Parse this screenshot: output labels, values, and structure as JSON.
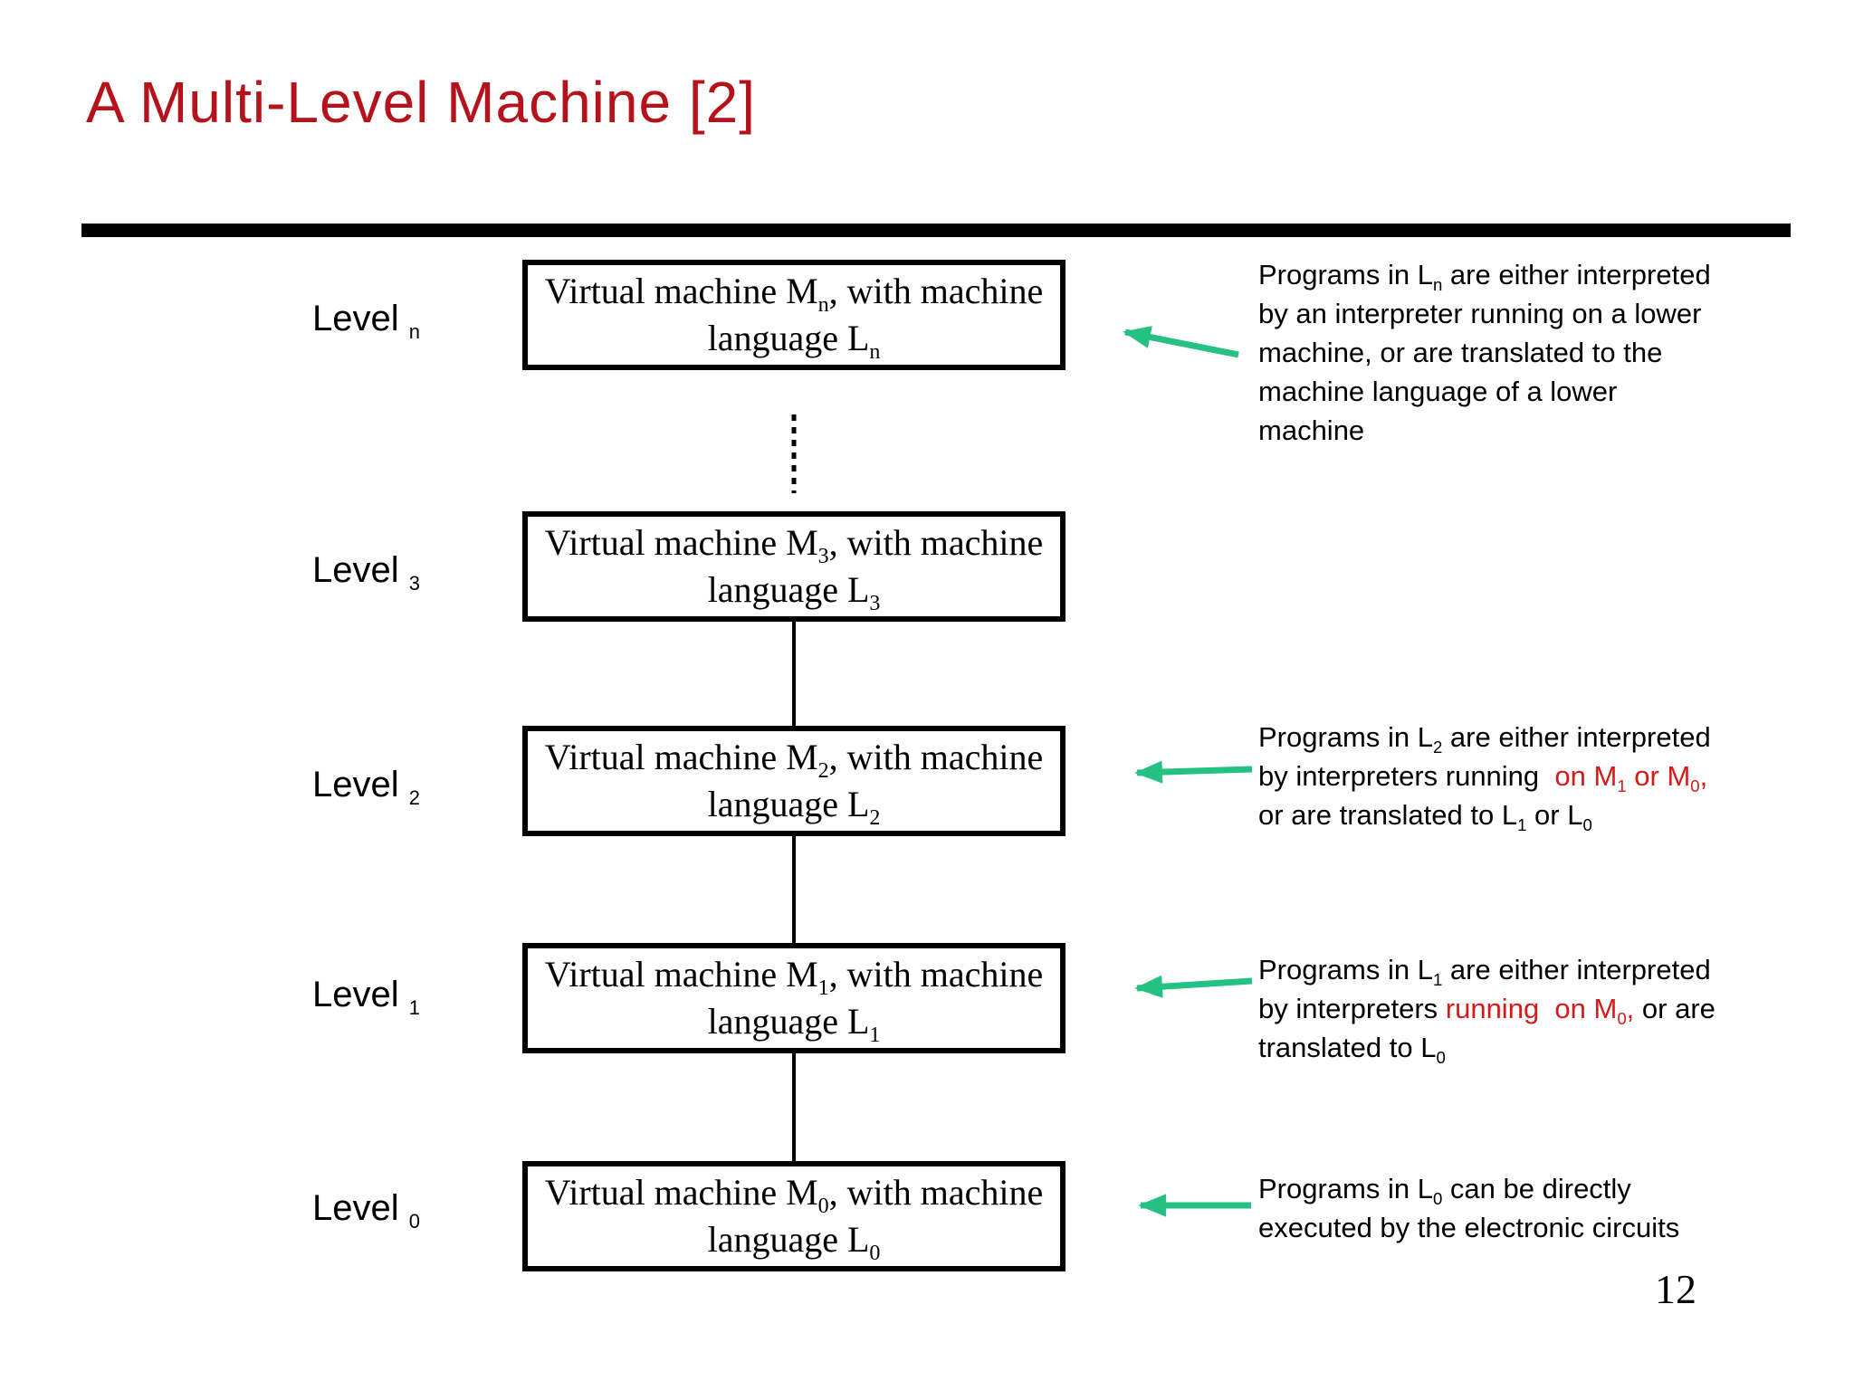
{
  "slide": {
    "title": "A Multi-Level Machine [2]",
    "page_number": "12"
  },
  "colors": {
    "title_red": "#B5121B",
    "accent_red": "#D61A1A",
    "arrow_green": "#25C182",
    "line_black": "#000000"
  },
  "icons": {
    "arrow": "left-arrow",
    "dotted_connector": "vertical-dotted-line",
    "connector": "vertical-solid-line"
  },
  "levels": [
    {
      "name": "n",
      "label": [
        {
          "t": "Level "
        },
        {
          "t": "n",
          "sub": true
        }
      ],
      "box_lines": [
        [
          {
            "t": "Virtual machine M"
          },
          {
            "t": "n",
            "sub": true
          },
          {
            "t": ", with machine"
          }
        ],
        [
          {
            "t": "language L"
          },
          {
            "t": "n",
            "sub": true
          }
        ]
      ]
    },
    {
      "name": "3",
      "label": [
        {
          "t": "Level "
        },
        {
          "t": "3",
          "sub": true
        }
      ],
      "box_lines": [
        [
          {
            "t": "Virtual machine M"
          },
          {
            "t": "3",
            "sub": true
          },
          {
            "t": ", with machine"
          }
        ],
        [
          {
            "t": "language L"
          },
          {
            "t": "3",
            "sub": true
          }
        ]
      ]
    },
    {
      "name": "2",
      "label": [
        {
          "t": "Level "
        },
        {
          "t": "2",
          "sub": true
        }
      ],
      "box_lines": [
        [
          {
            "t": "Virtual machine M"
          },
          {
            "t": "2",
            "sub": true
          },
          {
            "t": ", with machine"
          }
        ],
        [
          {
            "t": "language L"
          },
          {
            "t": "2",
            "sub": true
          }
        ]
      ]
    },
    {
      "name": "1",
      "label": [
        {
          "t": "Level "
        },
        {
          "t": "1",
          "sub": true
        }
      ],
      "box_lines": [
        [
          {
            "t": "Virtual machine M"
          },
          {
            "t": "1",
            "sub": true
          },
          {
            "t": ", with machine"
          }
        ],
        [
          {
            "t": "language L"
          },
          {
            "t": "1",
            "sub": true
          }
        ]
      ]
    },
    {
      "name": "0",
      "label": [
        {
          "t": "Level "
        },
        {
          "t": "0",
          "sub": true
        }
      ],
      "box_lines": [
        [
          {
            "t": "Virtual machine M"
          },
          {
            "t": "0",
            "sub": true
          },
          {
            "t": ", with machine"
          }
        ],
        [
          {
            "t": "language L"
          },
          {
            "t": "0",
            "sub": true
          }
        ]
      ]
    }
  ],
  "annotations": [
    {
      "lines": [
        [
          {
            "t": "Programs in L"
          },
          {
            "t": "n",
            "sub": true
          },
          {
            "t": " are either interpreted"
          }
        ],
        [
          {
            "t": "by an interpreter running on a lower"
          }
        ],
        [
          {
            "t": "machine, or are translated to the"
          }
        ],
        [
          {
            "t": "machine language of a lower"
          }
        ],
        [
          {
            "t": "machine"
          }
        ]
      ]
    },
    {
      "lines": [
        [
          {
            "t": "Programs in L"
          },
          {
            "t": "2",
            "sub": true
          },
          {
            "t": " are either interpreted"
          }
        ],
        [
          {
            "t": "by interpreters running  "
          },
          {
            "t": "on M",
            "red": true
          },
          {
            "t": "1",
            "sub": true,
            "red": true
          },
          {
            "t": " or M",
            "red": true
          },
          {
            "t": "0",
            "sub": true,
            "red": true
          },
          {
            "t": ",",
            "red": true
          }
        ],
        [
          {
            "t": "or are translated to L"
          },
          {
            "t": "1",
            "sub": true
          },
          {
            "t": " or L"
          },
          {
            "t": "0",
            "sub": true
          }
        ]
      ]
    },
    {
      "lines": [
        [
          {
            "t": "Programs in L"
          },
          {
            "t": "1",
            "sub": true
          },
          {
            "t": " are either interpreted"
          }
        ],
        [
          {
            "t": "by interpreters "
          },
          {
            "t": "running  on M",
            "red": true
          },
          {
            "t": "0",
            "sub": true,
            "red": true
          },
          {
            "t": ",",
            "red": true
          },
          {
            "t": " or are"
          }
        ],
        [
          {
            "t": "translated to L"
          },
          {
            "t": "0",
            "sub": true
          }
        ]
      ]
    },
    {
      "lines": [
        [
          {
            "t": "Programs in L"
          },
          {
            "t": "0",
            "sub": true
          },
          {
            "t": " can be directly"
          }
        ],
        [
          {
            "t": "executed by the electronic circuits"
          }
        ]
      ]
    }
  ]
}
